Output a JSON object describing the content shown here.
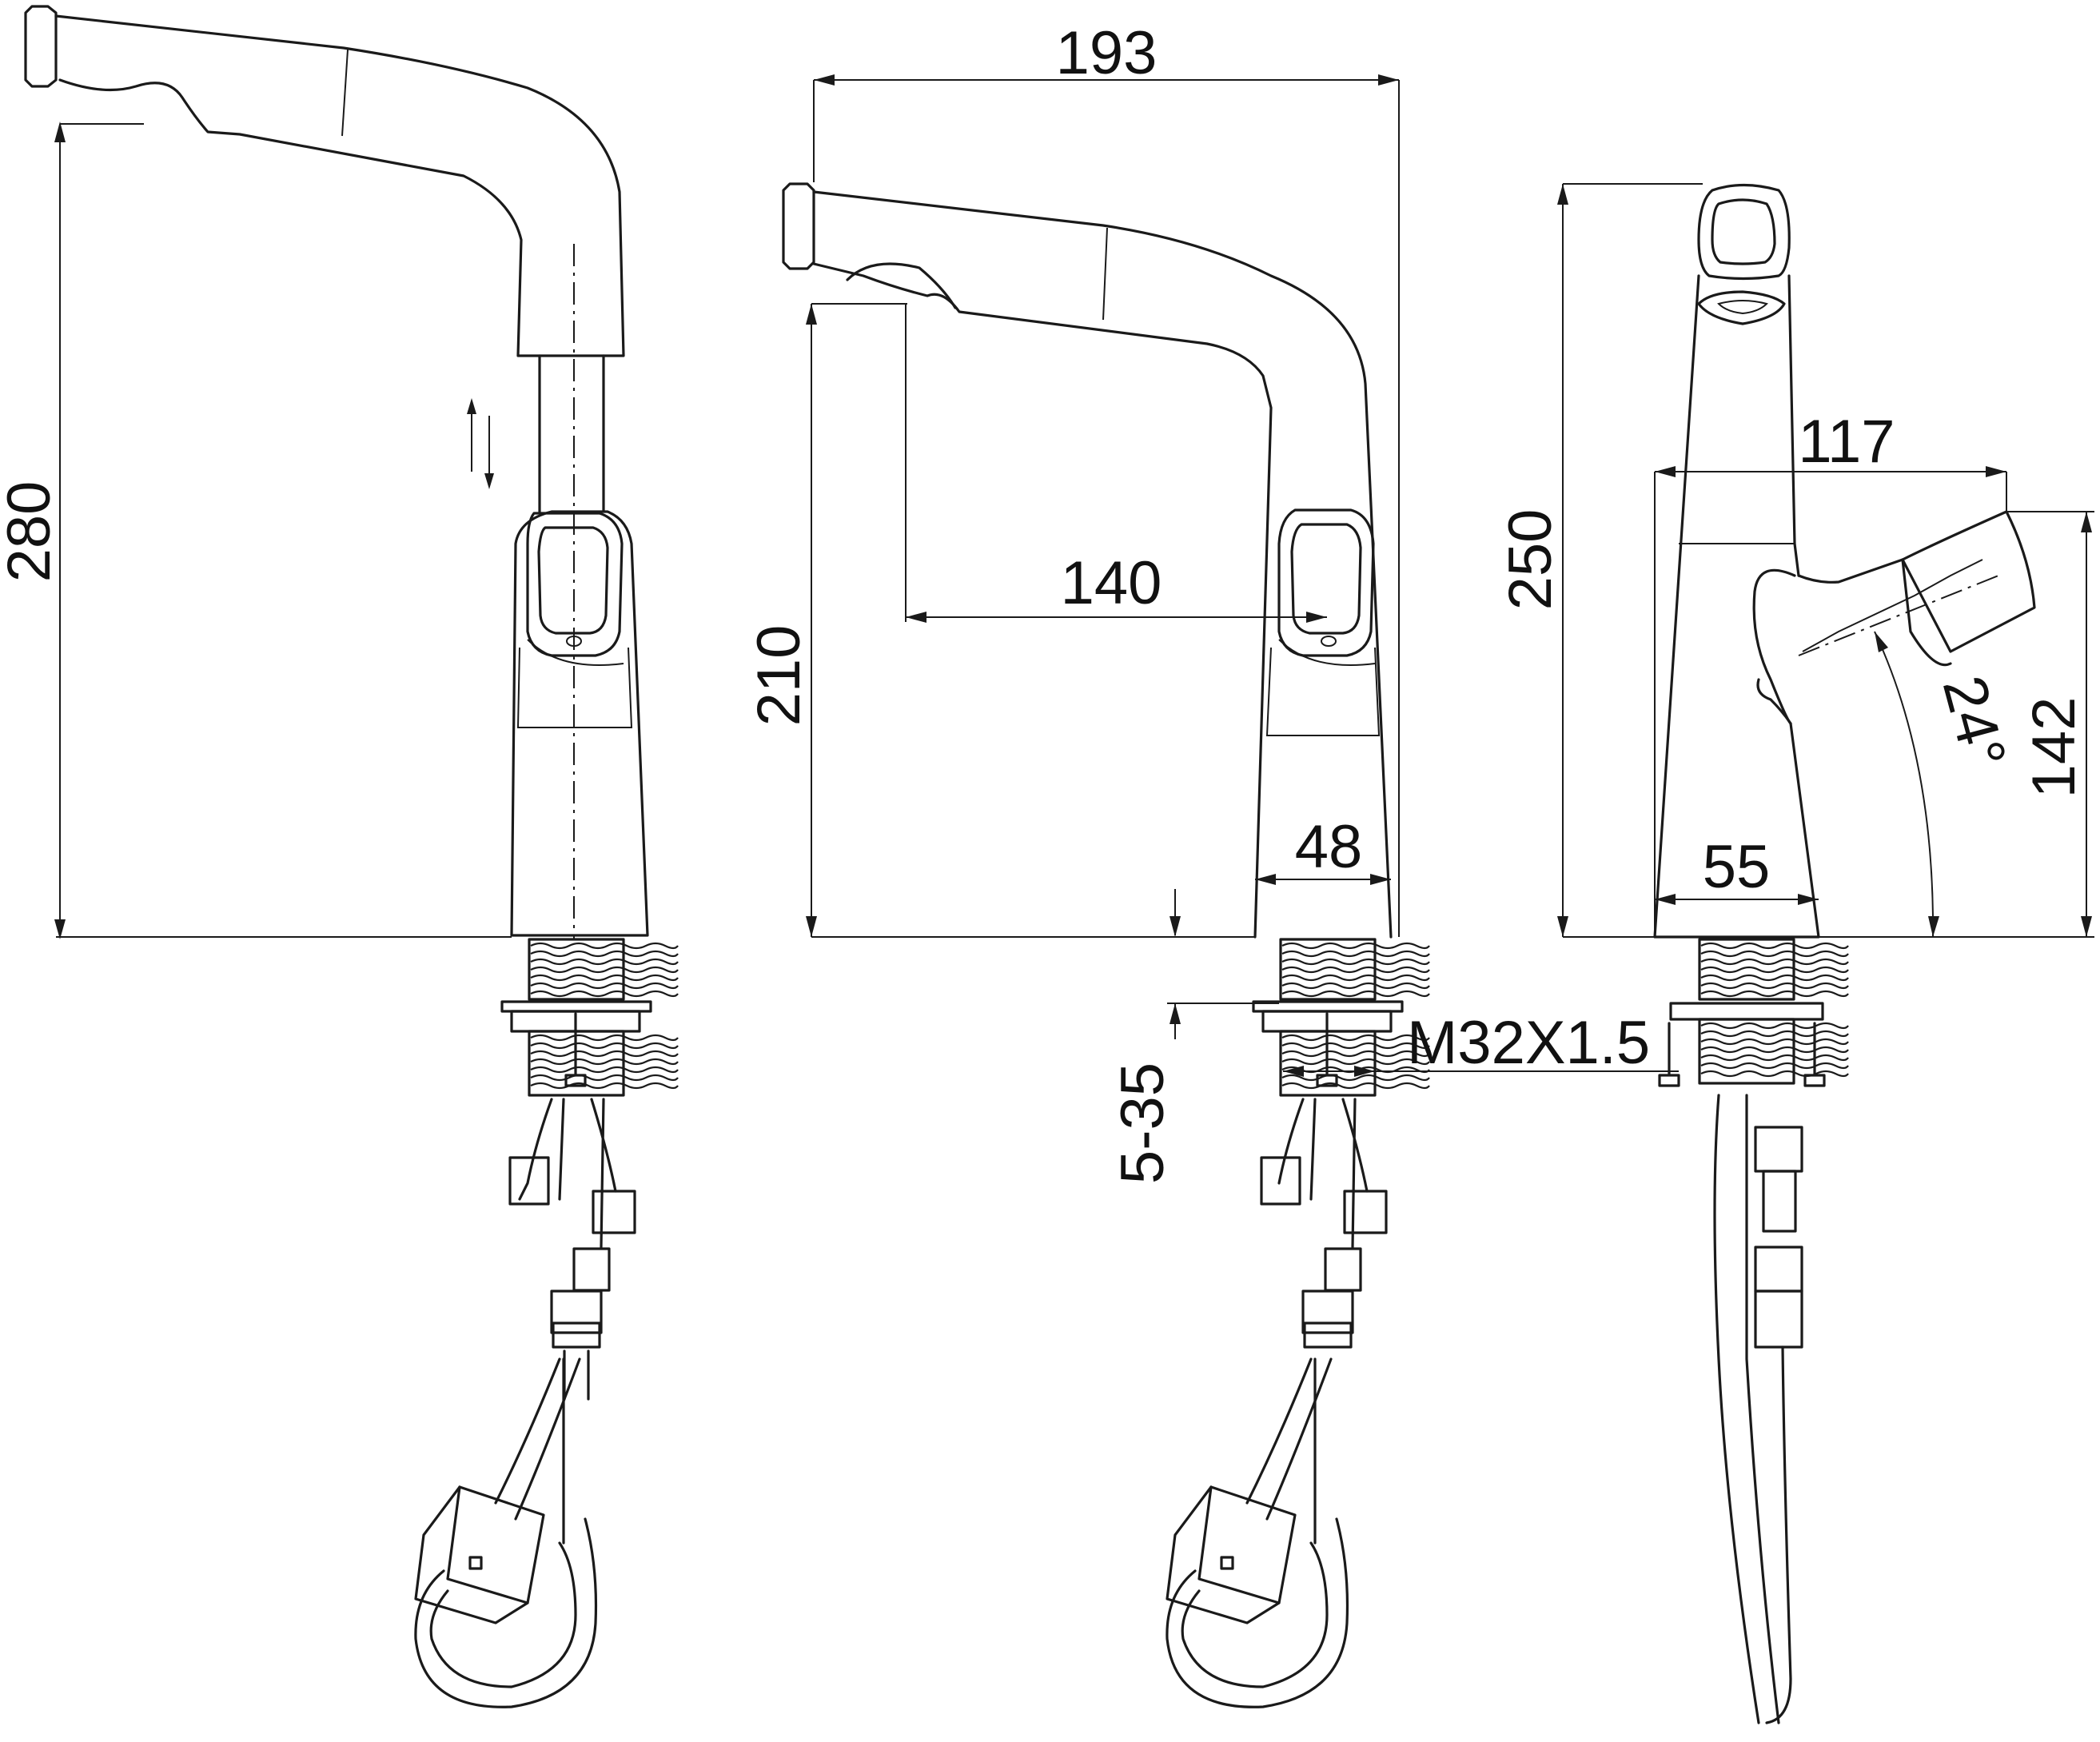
{
  "views": [
    "left-side-view",
    "front-view",
    "right-side-view"
  ],
  "dimensions": {
    "overall_height_left": "280",
    "total_width": "193",
    "spout_reach": "140",
    "spout_height": "210",
    "base_width_front": "48",
    "counter_thickness": "5-35",
    "thread_spec": "M32X1.5",
    "overall_height_side": "250",
    "handle_reach": "117",
    "handle_height": "142",
    "handle_angle": "24°",
    "base_width_side": "55"
  },
  "colors": {
    "line": "#1a1a1a",
    "background": "#ffffff"
  }
}
